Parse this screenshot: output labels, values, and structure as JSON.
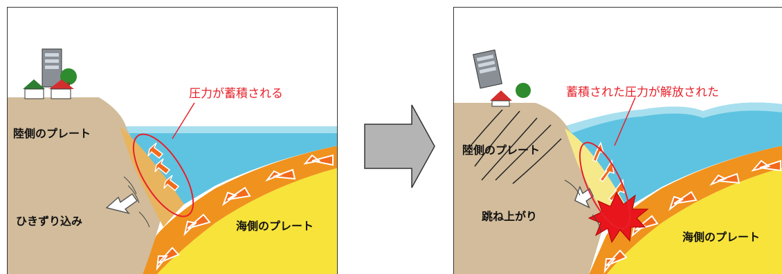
{
  "left_panel": {
    "label_pressure": "圧力が蓄積される",
    "label_land_plate": "陸側のプレート",
    "label_drag": "ひきずり込み",
    "label_ocean_plate": "海側のプレート"
  },
  "right_panel": {
    "label_release": "蓄積された圧力が解放された",
    "label_land_plate": "陸側のプレート",
    "label_rebound": "跳ね上がり",
    "label_ocean_plate": "海側のプレート"
  },
  "colors": {
    "land": "#d2bc9b",
    "sea": "#5ec3e0",
    "slab_orange": "#f0921e",
    "ocean_yellow": "#f7e33a",
    "stress_yellow": "#f6e98a",
    "arrow_orange": "#f26a1b",
    "annotation_red": "#e8202a",
    "rupture_red": "#e8161c",
    "transition_arrow": "#b4b4b4"
  }
}
